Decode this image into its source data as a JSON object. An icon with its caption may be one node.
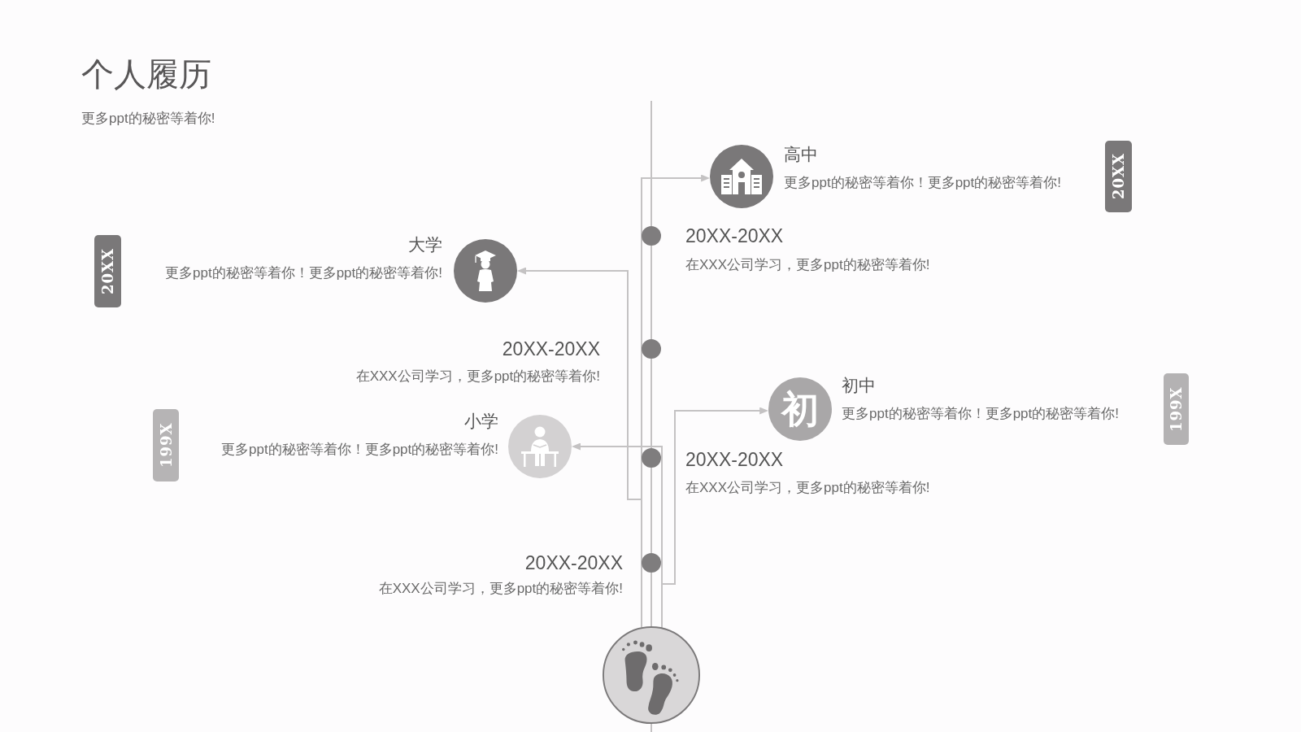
{
  "diagram": {
    "title": "个人履历",
    "nodes": [
      {
        "text": [
          "高中",
          "更多ppt的秘密等着你！更多ppt的秘密等着你!"
        ]
      },
      {
        "text": [
          "20XX"
        ]
      },
      {
        "text": [],
        "shape": "circle",
        "beside": [
          "20XX-20XX",
          "在XXX公司学习，更多ppt的秘密等着你!"
        ]
      },
      {
        "text": [
          "大学",
          "更多ppt的秘密等着你！更多ppt的秘密等着你!"
        ]
      },
      {
        "text": [
          "20XX"
        ]
      },
      {
        "text": [],
        "shape": "circle",
        "beside": [
          "20XX-20XX",
          "在XXX公司学习，更多ppt的秘密等着你!"
        ]
      },
      {
        "text": [
          "初",
          "初中",
          "更多ppt的秘密等着你！更多ppt的秘密等着你!"
        ]
      },
      {
        "text": [
          "199X"
        ]
      },
      {
        "text": [
          "小学",
          "更多ppt的秘密等着你！更多ppt的秘密等着你!"
        ]
      },
      {
        "text": [
          "199X"
        ]
      },
      {
        "text": [],
        "shape": "circle",
        "beside": [
          "20XX-20XX",
          "在XXX公司学习，更多ppt的秘密等着你!"
        ]
      },
      {
        "text": [],
        "shape": "circle",
        "beside": [
          "20XX-20XX",
          "在XXX公司学习，更多ppt的秘密等着你!"
        ]
      },
      {
        "text": [],
        "shape": "circle"
      }
    ],
    "edges": [
      {
        "from": 12,
        "to": 0,
        "arrow": "to"
      },
      {
        "from": 12,
        "to": 3,
        "arrow": "to"
      },
      {
        "from": 12,
        "to": 8,
        "arrow": "to"
      },
      {
        "from": 12,
        "to": 6,
        "arrow": "to"
      },
      {
        "from": null,
        "to": 2,
        "arrow": "none"
      },
      {
        "from": 2,
        "to": 5,
        "arrow": "none"
      },
      {
        "from": 5,
        "to": 10,
        "arrow": "none"
      },
      {
        "from": 10,
        "to": 11,
        "arrow": "none"
      },
      {
        "from": 11,
        "to": 12,
        "arrow": "none"
      },
      {
        "from": 12,
        "to": null,
        "arrow": "none"
      }
    ],
    "labels": [
      "更多ppt的秘密等着你!"
    ]
  }
}
